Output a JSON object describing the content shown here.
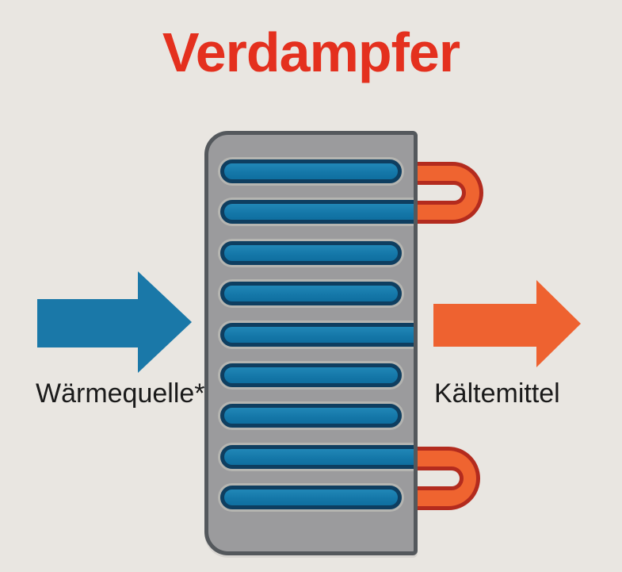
{
  "title": "Verdampfer",
  "diagram": {
    "left_flow": {
      "label": "Wärmequelle*",
      "direction": "right"
    },
    "right_flow": {
      "label": "Kältemittel",
      "direction": "right"
    },
    "heat_exchanger": {
      "tube_rows": 9,
      "tubes": [
        {
          "extends_to_edge": false
        },
        {
          "extends_to_edge": true
        },
        {
          "extends_to_edge": false
        },
        {
          "extends_to_edge": false
        },
        {
          "extends_to_edge": true
        },
        {
          "extends_to_edge": false
        },
        {
          "extends_to_edge": false
        },
        {
          "extends_to_edge": true
        },
        {
          "extends_to_edge": false
        }
      ],
      "pipe_loops": [
        "top-right",
        "bottom-right"
      ]
    }
  },
  "colors": {
    "bg": "#e9e6e1",
    "title-red": "#e4301e",
    "blue": "#1a78a8",
    "orange": "#ee6230",
    "gray": "#9b9b9d",
    "gray-border": "#54585c",
    "tube-fill": "#1578a9",
    "tube-border": "#0e3e60",
    "pipe-fill": "#ef6430",
    "pipe-border": "#b32b1e",
    "label": "#1a1a1a"
  }
}
